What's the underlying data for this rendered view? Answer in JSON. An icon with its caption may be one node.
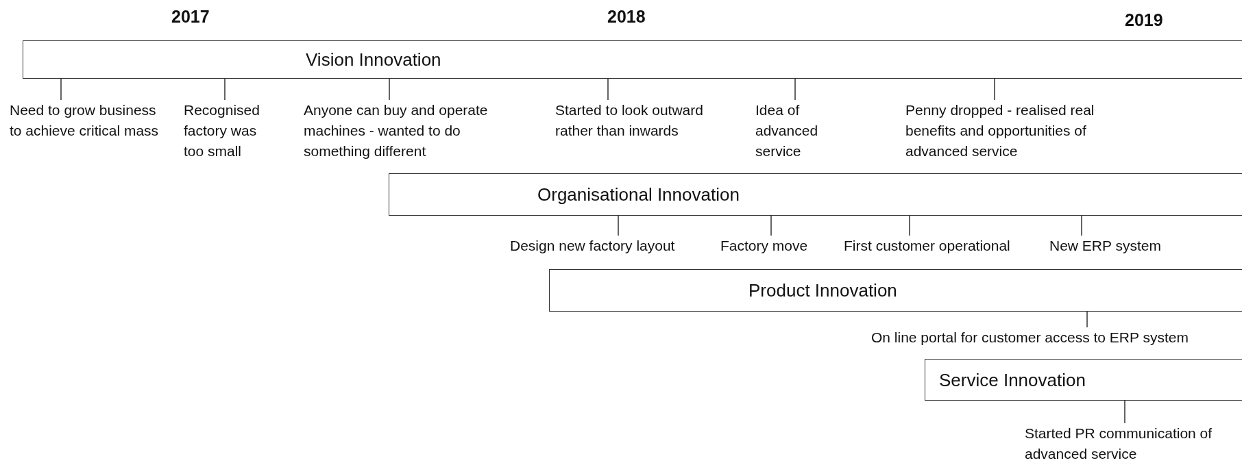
{
  "diagram": {
    "nodes": [
      {
        "text": [
          "Vision Innovation"
        ]
      },
      {
        "text": [
          "Need to grow business to achieve critical mass"
        ]
      },
      {
        "text": [
          "Recognised factory was too small"
        ]
      },
      {
        "text": [
          "Anyone can buy and operate machines - wanted to do something different"
        ]
      },
      {
        "text": [
          "Started to look outward rather than inwards"
        ]
      },
      {
        "text": [
          "Idea of advanced service"
        ]
      },
      {
        "text": [
          "Penny dropped - realised real benefits and opportunities of advanced service"
        ]
      },
      {
        "text": [
          "Organisational Innovation"
        ]
      },
      {
        "text": [
          "Design new factory layout"
        ]
      },
      {
        "text": [
          "Factory move"
        ]
      },
      {
        "text": [
          "First customer operational"
        ]
      },
      {
        "text": [
          "New ERP system"
        ]
      },
      {
        "text": [
          "Product Innovation"
        ]
      },
      {
        "text": [
          "On line portal for customer access to ERP system"
        ]
      },
      {
        "text": [
          "Service Innovation"
        ]
      },
      {
        "text": [
          "Started PR communication of advanced service"
        ]
      }
    ],
    "edges": [
      {
        "from": 1,
        "to": 0,
        "arrow": "none"
      },
      {
        "from": 2,
        "to": 0,
        "arrow": "none"
      },
      {
        "from": 3,
        "to": 0,
        "arrow": "none"
      },
      {
        "from": 4,
        "to": 0,
        "arrow": "none"
      },
      {
        "from": 5,
        "to": 0,
        "arrow": "none"
      },
      {
        "from": 6,
        "to": 0,
        "arrow": "none"
      },
      {
        "from": 8,
        "to": 7,
        "arrow": "none"
      },
      {
        "from": 9,
        "to": 7,
        "arrow": "none"
      },
      {
        "from": 10,
        "to": 7,
        "arrow": "none"
      },
      {
        "from": 11,
        "to": 7,
        "arrow": "none"
      },
      {
        "from": 13,
        "to": 12,
        "arrow": "none"
      },
      {
        "from": 15,
        "to": 14,
        "arrow": "none"
      }
    ],
    "labels": [
      "2017",
      "2018",
      "2019"
    ]
  }
}
